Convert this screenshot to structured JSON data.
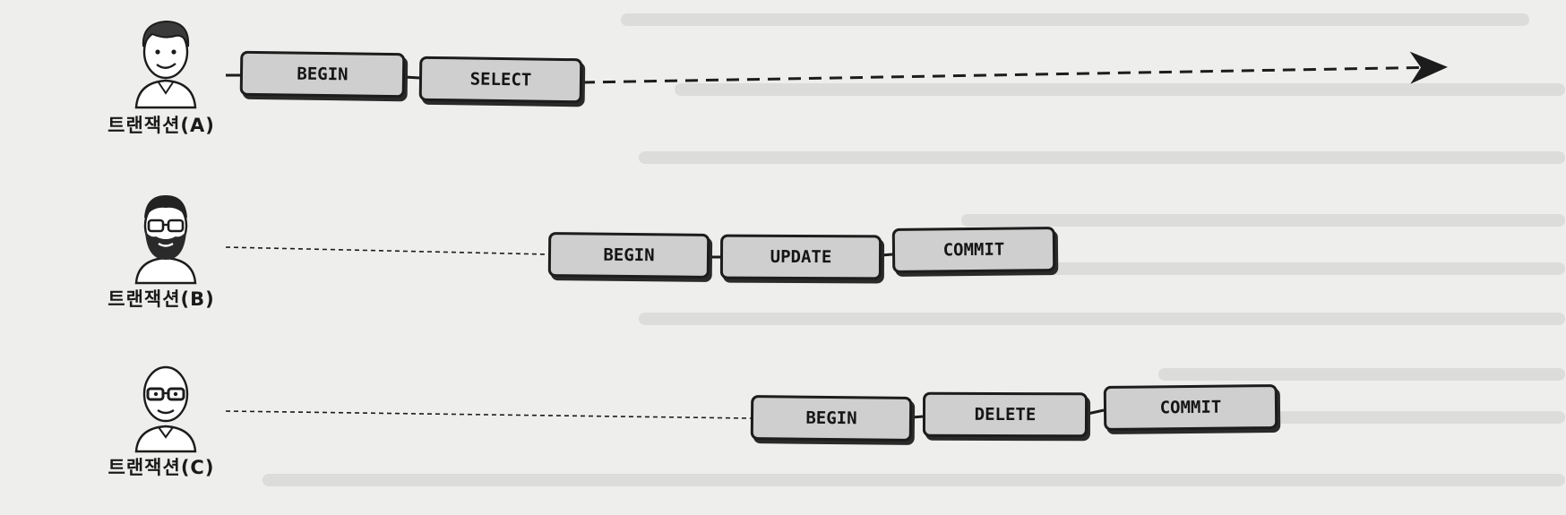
{
  "transactions": [
    {
      "label": "트랜잭션(A)",
      "avatar_icon": "person-icon",
      "steps": [
        "BEGIN",
        "SELECT"
      ]
    },
    {
      "label": "트랜잭션(B)",
      "avatar_icon": "bearded-person-icon",
      "steps": [
        "BEGIN",
        "UPDATE",
        "COMMIT"
      ]
    },
    {
      "label": "트랜잭션(C)",
      "avatar_icon": "bald-glasses-person-icon",
      "steps": [
        "BEGIN",
        "DELETE",
        "COMMIT"
      ]
    }
  ],
  "colors": {
    "box_fill": "#cfcfcf",
    "stroke": "#1c1c1c",
    "background": "#eeeeec"
  }
}
